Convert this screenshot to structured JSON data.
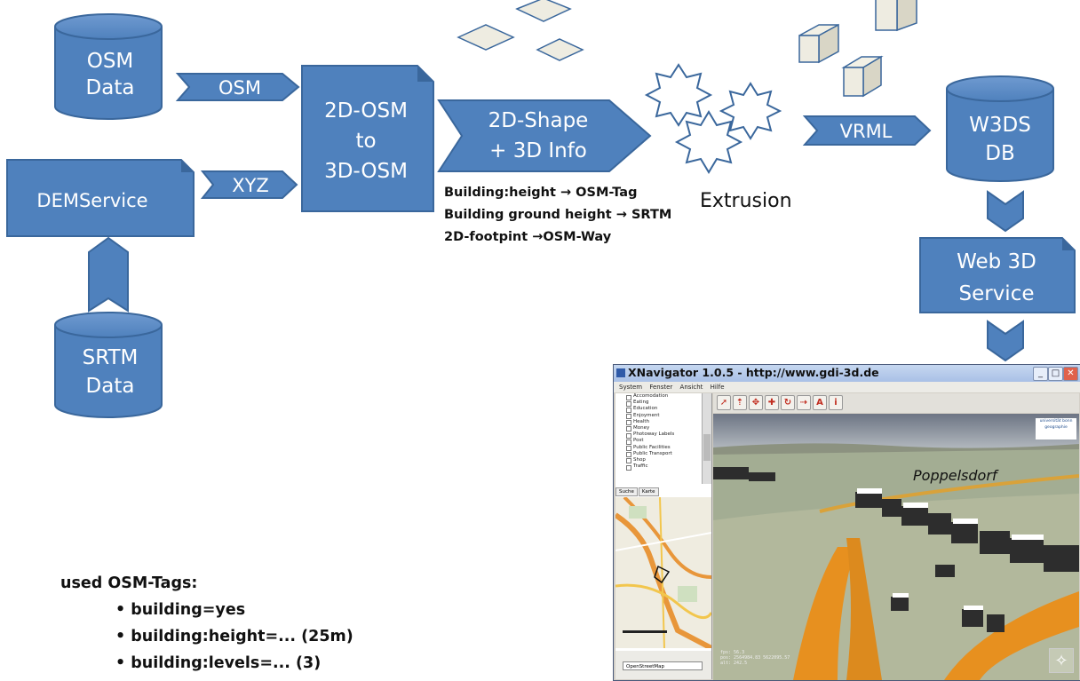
{
  "nodes": {
    "osm_data": {
      "line1": "OSM",
      "line2": "Data"
    },
    "dem_service": {
      "label": "DEMService"
    },
    "srtm_data": {
      "line1": "SRTM",
      "line2": "Data"
    },
    "converter": {
      "line1": "2D-OSM",
      "line2": "to",
      "line3": "3D-OSM"
    },
    "shape": {
      "line1": "2D-Shape",
      "line2": "+ 3D Info"
    },
    "w3ds_db": {
      "line1": "W3DS",
      "line2": "DB"
    },
    "web3d_service": {
      "line1": "Web 3D",
      "line2": "Service"
    }
  },
  "arrows": {
    "osm": "OSM",
    "xyz": "XYZ",
    "vrml": "VRML"
  },
  "extrusion_label": "Extrusion",
  "mapping_notes": [
    "Building:height → OSM-Tag",
    "Building ground height → SRTM",
    "2D-footpint →OSM-Way"
  ],
  "used_tags": {
    "heading": "used OSM-Tags:",
    "items": [
      "• building=yes",
      "• building:height=... (25m)",
      "• building:levels=... (3)"
    ]
  },
  "screenshot": {
    "title": "XNavigator 1.0.5 - http://www.gdi-3d.de",
    "menu": [
      "System",
      "Fenster",
      "Ansicht",
      "Hilfe"
    ],
    "layers": [
      "Accomodation",
      "Eating",
      "Education",
      "Enjoyment",
      "Health",
      "Money",
      "Photoway Labels",
      "Post",
      "Public Facilities",
      "Public Transport",
      "Shop",
      "Traffic"
    ],
    "tabs": [
      "Suche",
      "Karte"
    ],
    "map_source": "OpenStreetMap",
    "view_label": "Poppelsdorf",
    "logo_text": "universität bonn geographie",
    "coords": [
      "fps: 56.3",
      "pos: 2564984.83 5622095.57",
      "alt: 242.5"
    ]
  },
  "colors": {
    "shape_fill": "#4f81bd",
    "shape_stroke": "#3a679c",
    "light_shape_fill": "#eeece1",
    "text": "#ffffff"
  }
}
